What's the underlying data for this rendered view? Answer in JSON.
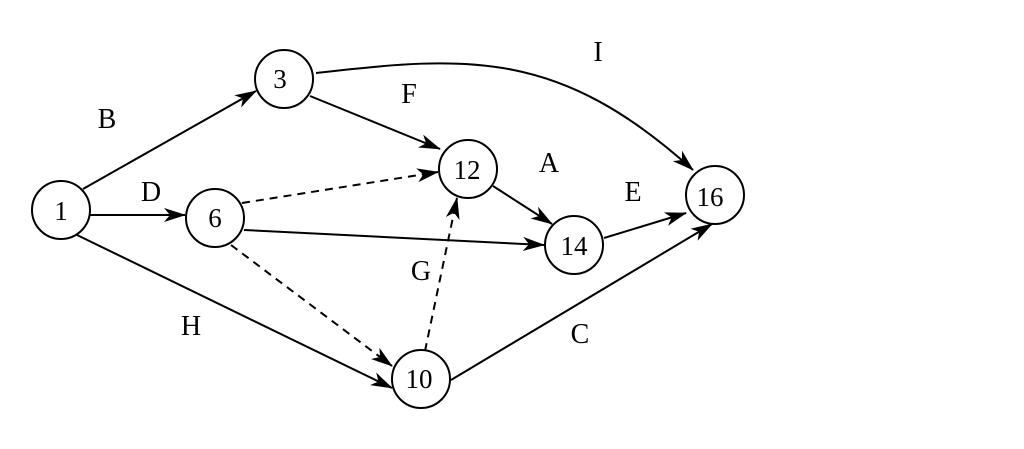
{
  "nodes": [
    {
      "id": "n1",
      "label": "1"
    },
    {
      "id": "n3",
      "label": "3"
    },
    {
      "id": "n6",
      "label": "6"
    },
    {
      "id": "n10",
      "label": "10"
    },
    {
      "id": "n12",
      "label": "12"
    },
    {
      "id": "n14",
      "label": "14"
    },
    {
      "id": "n16",
      "label": "16"
    }
  ],
  "edges": [
    {
      "id": "e-b",
      "from": "1",
      "to": "3",
      "label": "B",
      "style": "solid"
    },
    {
      "id": "e-d",
      "from": "1",
      "to": "6",
      "label": "D",
      "style": "solid"
    },
    {
      "id": "e-h",
      "from": "1",
      "to": "10",
      "label": "H",
      "style": "solid"
    },
    {
      "id": "e-f",
      "from": "3",
      "to": "12",
      "label": "F",
      "style": "solid"
    },
    {
      "id": "e-i",
      "from": "3",
      "to": "16",
      "label": "I",
      "style": "solid"
    },
    {
      "id": "e-6-12",
      "from": "6",
      "to": "12",
      "label": "",
      "style": "dashed"
    },
    {
      "id": "e-6-14",
      "from": "6",
      "to": "14",
      "label": "",
      "style": "solid"
    },
    {
      "id": "e-6-10",
      "from": "6",
      "to": "10",
      "label": "",
      "style": "dashed"
    },
    {
      "id": "e-g",
      "from": "10",
      "to": "12",
      "label": "G",
      "style": "dashed"
    },
    {
      "id": "e-c",
      "from": "10",
      "to": "16",
      "label": "C",
      "style": "solid"
    },
    {
      "id": "e-a",
      "from": "12",
      "to": "14",
      "label": "A",
      "style": "solid"
    },
    {
      "id": "e-e",
      "from": "14",
      "to": "16",
      "label": "E",
      "style": "solid"
    }
  ],
  "colors": {
    "stroke": "#000000",
    "background": "#ffffff"
  }
}
